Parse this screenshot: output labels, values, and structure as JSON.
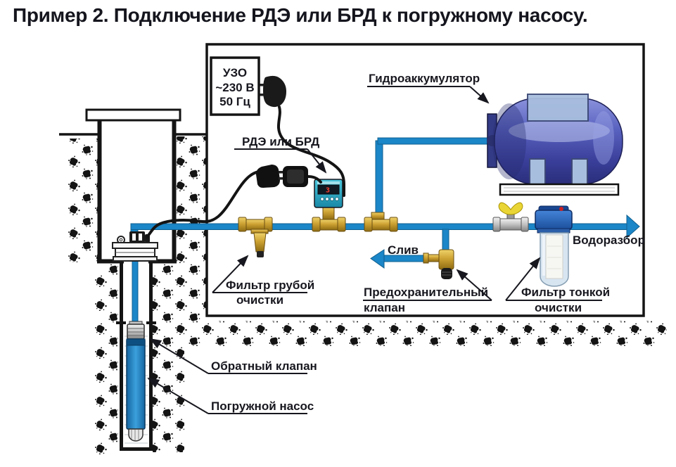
{
  "title": "Пример 2. Подключение РДЭ или БРД к погружному насосу.",
  "colors": {
    "pipe": "#1b86c8",
    "text": "#17171f",
    "controller_teal": "#2bb3cc",
    "tank_blue": "#4a52ae",
    "brass": "#d4ab3a",
    "valve_handle_yellow": "#e9d636"
  },
  "uzo_box": {
    "line1": "УЗО",
    "line2": "~230 В",
    "line3": "50 Гц"
  },
  "controller": {
    "display": "3"
  },
  "labels": {
    "hydroaccumulator": "Гидроаккумулятор",
    "rde_or_brd": "РДЭ или БРД",
    "drain": "Слив",
    "water_offtake": "Водоразбор",
    "coarse_filter_l1": "Фильтр грубой",
    "coarse_filter_l2": "очистки",
    "safety_valve_l1": "Предохранительный",
    "safety_valve_l2": "клапан",
    "fine_filter_l1": "Фильтр тонкой",
    "fine_filter_l2": "очистки",
    "check_valve": "Обратный клапан",
    "submersible_pump": "Погружной насос"
  }
}
